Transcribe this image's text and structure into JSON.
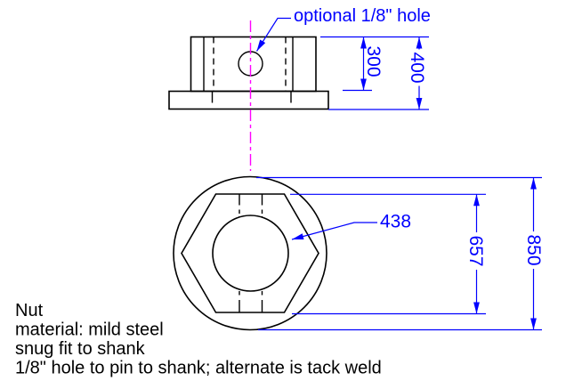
{
  "drawing": {
    "title": "Nut",
    "colors": {
      "annotation_blue": "#0000ff",
      "centerline_magenta": "#ff00ff",
      "object_line_black": "#000000",
      "background": "#ffffff"
    },
    "side_view": {
      "leader_label": "optional 1/8\" hole",
      "dim_hex_height": "300",
      "dim_total_height": "400"
    },
    "plan_view": {
      "dim_hole_diameter": "438",
      "dim_across_flats": "657",
      "dim_outer_diameter": "850"
    },
    "notes": {
      "lines": [
        "Nut",
        "material: mild steel",
        "snug fit to shank",
        "1/8\" hole to pin to shank; alternate is tack weld"
      ]
    }
  }
}
